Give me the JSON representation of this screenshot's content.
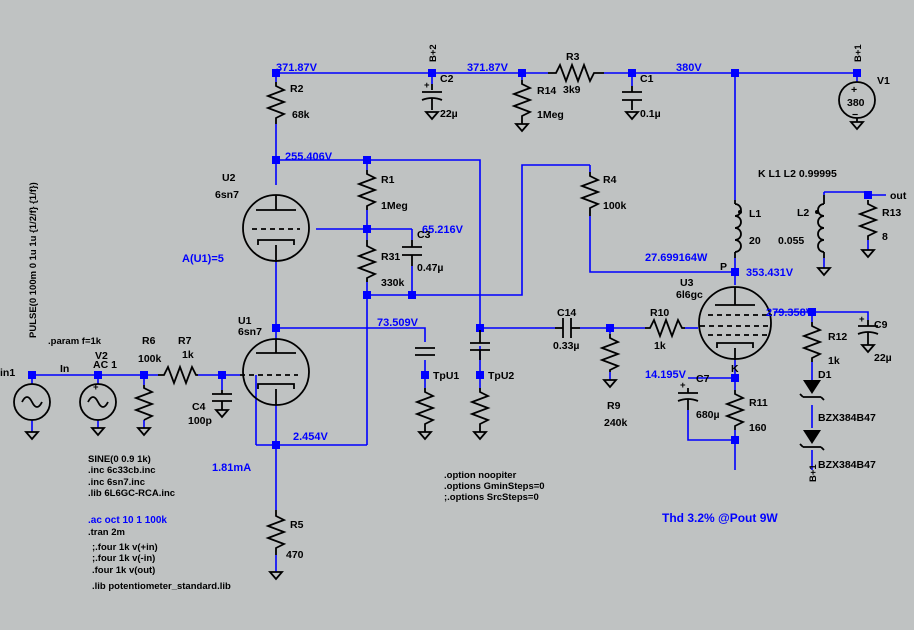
{
  "node_labels": {
    "n_371a": "371.87V",
    "n_371b": "371.87V",
    "n_380": "380V",
    "n_255": "255.406V",
    "n_65": "65.216V",
    "n_73": "73.509V",
    "n_2454": "2.454V",
    "n_353": "353.431V",
    "n_279": "279.358V",
    "n_14": "14.195V",
    "n_27": "27.699164W",
    "p_label": "P",
    "k_label": "K",
    "ia": "1.81mA",
    "a_u1": "A(U1)=5",
    "in_label": "In",
    "out_label": "out",
    "bp2": "B+2",
    "bp1": "B+1",
    "bp": "B+",
    "thd": "Thd 3.2% @Pout 9W"
  },
  "components": {
    "r2": {
      "name": "R2",
      "value": "68k"
    },
    "r14": {
      "name": "R14",
      "value": "1Meg"
    },
    "r3": {
      "name": "R3",
      "value": "3k9"
    },
    "c2": {
      "name": "C2",
      "value": "22µ"
    },
    "c1": {
      "name": "C1",
      "value": "0.1µ"
    },
    "v1": {
      "name": "V1",
      "value": "380"
    },
    "r1": {
      "name": "R1",
      "value": "1Meg"
    },
    "r31": {
      "name": "R31",
      "value": "330k"
    },
    "c3": {
      "name": "C3",
      "value": "0.47µ"
    },
    "r4": {
      "name": "R4",
      "value": "100k"
    },
    "u2": {
      "name": "U2",
      "value": "6sn7"
    },
    "u1": {
      "name": "U1",
      "value": "6sn7"
    },
    "u3": {
      "name": "U3",
      "value": "6l6gc"
    },
    "l1": {
      "name": "L1",
      "value": "20"
    },
    "l2": {
      "name": "L2",
      "value": "0.055"
    },
    "r13": {
      "name": "R13",
      "value": "8"
    },
    "k_coupling": "K L1 L2 0.99995",
    "r6": {
      "name": "R6",
      "value": "100k"
    },
    "r7": {
      "name": "R7",
      "value": "1k"
    },
    "c4": {
      "name": "C4",
      "value": "100p"
    },
    "v2": {
      "name": "V2",
      "value": "AC 1"
    },
    "r5": {
      "name": "R5",
      "value": "470"
    },
    "c14": {
      "name": "C14",
      "value": "0.33µ"
    },
    "r9": {
      "name": "R9",
      "value": "240k"
    },
    "r10": {
      "name": "R10",
      "value": "1k"
    },
    "c7": {
      "name": "C7",
      "value": "680µ"
    },
    "r11": {
      "name": "R11",
      "value": "160"
    },
    "r12": {
      "name": "R12",
      "value": "1k"
    },
    "c9": {
      "name": "C9",
      "value": "22µ"
    },
    "d1": {
      "name": "D1",
      "value": "BZX384B47"
    },
    "d2_value": "BZX384B47",
    "in1": "in1",
    "tpu1": "TpU1",
    "tpu2": "TpU2"
  },
  "directives": {
    "pulse": "PULSE(0 100m 0 1u 1u {1/2/f} {1/f})",
    "param": ".param f=1k",
    "sine": "SINE(0 0.9  1k)",
    "inc1": ".inc 6c33cb.inc",
    "inc2": ".inc 6sn7.inc",
    "lib1": ".lib 6L6GC-RCA.inc",
    "ac": ".ac oct 10 1 100k",
    "tran": ".tran 2m",
    "four1": ";.four 1k v(+in)",
    "four2": ";.four 1k v(-in)",
    "four3": ".four 1k v(out)",
    "lib2": ".lib potentiometer_standard.lib",
    "opt1": ".option noopiter",
    "opt2": ".options GminSteps=0",
    "opt3": ";.options SrcSteps=0"
  },
  "colors": {
    "background": "#bfc2c2",
    "wire": "#0000ff",
    "component": "#000000"
  }
}
